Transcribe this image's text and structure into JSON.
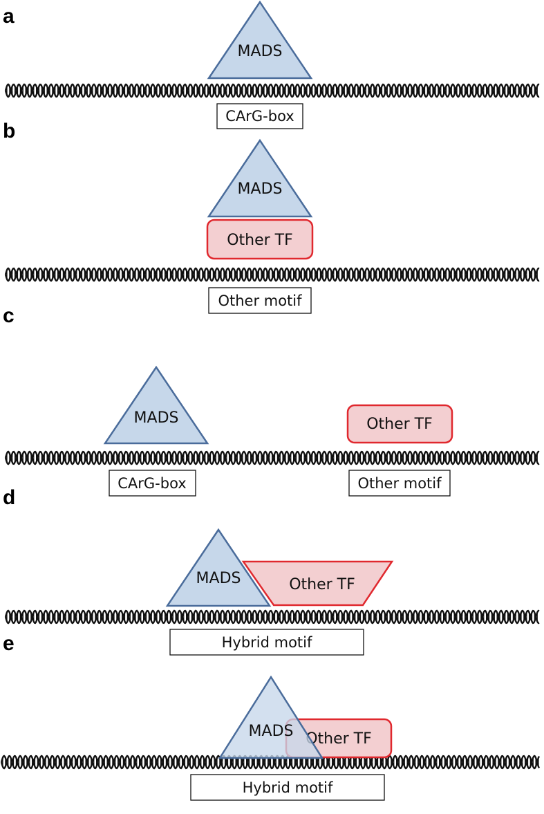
{
  "panels": [
    {
      "label": "a",
      "mads": "MADS",
      "tf": "",
      "motifs": [
        "CArG-box"
      ]
    },
    {
      "label": "b",
      "mads": "MADS",
      "tf": "Other TF",
      "motifs": [
        "Other motif"
      ]
    },
    {
      "label": "c",
      "mads": "MADS",
      "tf": "Other TF",
      "motifs": [
        "CArG-box",
        "Other motif"
      ]
    },
    {
      "label": "d",
      "mads": "MADS",
      "tf": "Other TF",
      "motifs": [
        "Hybrid motif"
      ]
    },
    {
      "label": "e",
      "mads": "MADS",
      "tf": "Other TF",
      "motifs": [
        "Hybrid motif"
      ]
    }
  ],
  "colors": {
    "mads_fill": "#c6d7ea",
    "mads_stroke": "#4a6c9b",
    "tf_fill": "#f3cfd1",
    "tf_stroke": "#e0282e",
    "dna": "#111111"
  }
}
